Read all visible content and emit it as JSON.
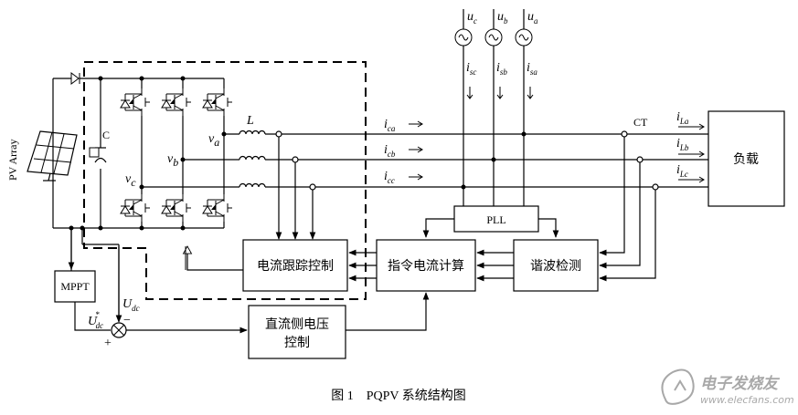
{
  "blocks": {
    "mppt": "MPPT",
    "current_tracking": "电流跟踪控制",
    "command_current": "指令电流计算",
    "harmonic_detection": "谐波检测",
    "pll": "PLL",
    "dc_voltage_line1": "直流侧电压",
    "dc_voltage_line2": "控制",
    "load": "负载"
  },
  "labels": {
    "pv_array": "PV Array",
    "capacitor": "C",
    "inductor": "L",
    "ct": "CT",
    "plus": "+",
    "minus": "−",
    "u": "u",
    "u_sub_c": "c",
    "u_sub_b": "b",
    "u_sub_a": "a",
    "i": "i",
    "isc_sub": "sc",
    "isb_sub": "sb",
    "isa_sub": "sa",
    "ica_sub": "ca",
    "icb_sub": "cb",
    "icc_sub": "cc",
    "iLa_sub": "La",
    "iLb_sub": "Lb",
    "iLc_sub": "Lc",
    "v": "v",
    "va_sub": "a",
    "vb_sub": "b",
    "vc_sub": "c",
    "U": "U",
    "udc_sub": "dc",
    "star": "*"
  },
  "caption": {
    "figure": "图 1",
    "title": "PQPV 系统结构图"
  },
  "watermark": {
    "brand": "电子发烧友",
    "url": "www.elecfans.com"
  }
}
